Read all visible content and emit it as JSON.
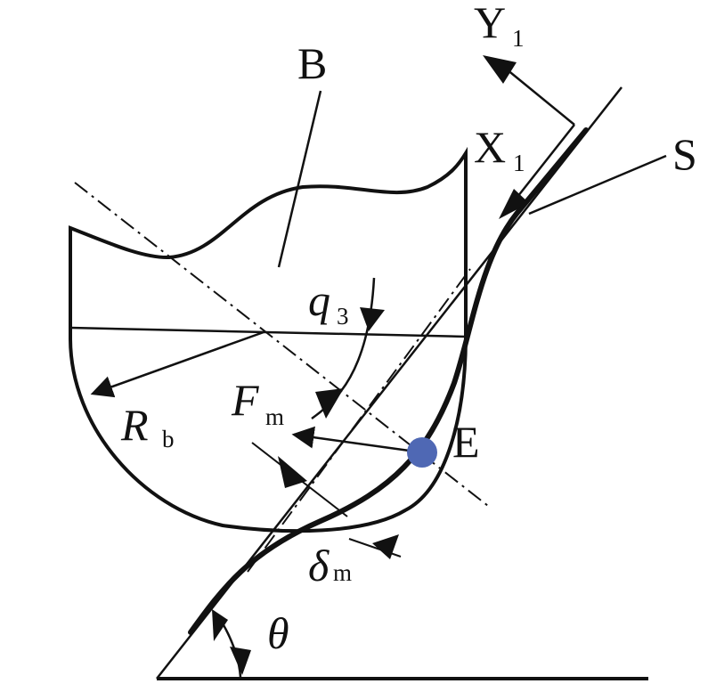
{
  "labels": {
    "body": "B",
    "axis_y_main": "Y",
    "axis_y_sub": "1",
    "axis_x_main": "X",
    "axis_x_sub": "1",
    "surface": "S",
    "point": "E",
    "radius_main": "R",
    "radius_sub": "b",
    "force_main": "F",
    "force_sub": "m",
    "angle_main": "q",
    "angle_sub": "3",
    "deform_main": "δ",
    "deform_sub": "m",
    "incline_angle": "θ"
  },
  "colors": {
    "stroke": "#111111",
    "contact_point": "#4f68b4",
    "background": "#ffffff"
  }
}
